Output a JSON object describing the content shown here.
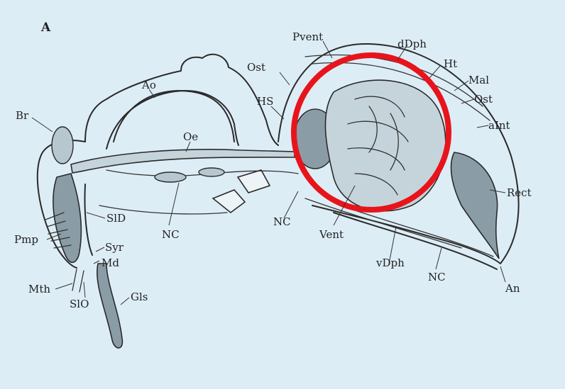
{
  "panel_label": "A",
  "labels": {
    "pvent": "Pvent",
    "ddph": "dDph",
    "ost_top": "Ost",
    "ht": "Ht",
    "mal": "Mal",
    "ost_right": "Ost",
    "aint": "aInt",
    "ao": "Ao",
    "hs": "HS",
    "br": "Br",
    "oe": "Oe",
    "rect": "Rect",
    "sld": "SlD",
    "nc_left": "NC",
    "nc_mid": "NC",
    "pmp": "Pmp",
    "syr": "Syr",
    "md": "Md",
    "vent": "Vent",
    "vdph": "vDph",
    "nc_right": "NC",
    "an": "An",
    "mth": "Mth",
    "slo": "SlO",
    "gls": "Gls"
  },
  "colors": {
    "background": "#ddedf6",
    "highlight_circle": "#e8141b",
    "ink": "#2a2a2a"
  }
}
